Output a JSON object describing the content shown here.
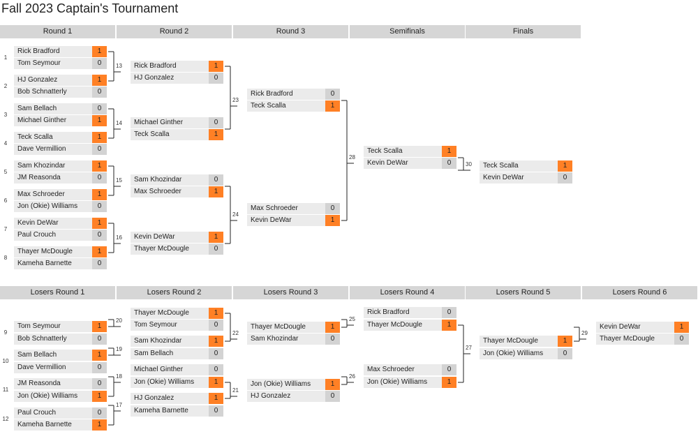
{
  "title": "Fall 2023 Captain's Tournament",
  "colors": {
    "win": "#ff8025",
    "loss": "#d3d3d3",
    "team_bg": "#ebebeb",
    "header_bg": "#d6d6d6"
  },
  "winners_headers": [
    "Round 1",
    "Round 2",
    "Round 3",
    "Semifinals",
    "Finals"
  ],
  "losers_headers": [
    "Losers Round 1",
    "Losers Round 2",
    "Losers Round 3",
    "Losers Round 4",
    "Losers Round 5",
    "Losers Round 6"
  ],
  "winners_bracket": [
    {
      "round": 1,
      "matches": [
        {
          "seed": "1",
          "team": "Rick Bradford",
          "score": "1",
          "win": true
        },
        {
          "seed": "",
          "team": "Tom Seymour",
          "score": "0",
          "win": false
        },
        {
          "seed": "2",
          "team": "HJ Gonzalez",
          "score": "1",
          "win": true
        },
        {
          "seed": "",
          "team": "Bob Schnatterly",
          "score": "0",
          "win": false
        },
        {
          "seed": "3",
          "team": "Sam Bellach",
          "score": "0",
          "win": false
        },
        {
          "seed": "",
          "team": "Michael Ginther",
          "score": "1",
          "win": true
        },
        {
          "seed": "4",
          "team": "Teck Scalla",
          "score": "1",
          "win": true
        },
        {
          "seed": "",
          "team": "Dave Vermillion",
          "score": "0",
          "win": false
        },
        {
          "seed": "5",
          "team": "Sam Khozindar",
          "score": "1",
          "win": true
        },
        {
          "seed": "",
          "team": "JM Reasonda",
          "score": "0",
          "win": false
        },
        {
          "seed": "6",
          "team": "Max Schroeder",
          "score": "1",
          "win": true
        },
        {
          "seed": "",
          "team": "Jon (Okie) Williams",
          "score": "0",
          "win": false
        },
        {
          "seed": "7",
          "team": "Kevin DeWar",
          "score": "1",
          "win": true
        },
        {
          "seed": "",
          "team": "Paul Crouch",
          "score": "0",
          "win": false
        },
        {
          "seed": "8",
          "team": "Thayer McDougle",
          "score": "1",
          "win": true
        },
        {
          "seed": "",
          "team": "Kameha Barnette",
          "score": "0",
          "win": false
        }
      ]
    },
    {
      "round": 2,
      "matches": [
        {
          "team": "Rick Bradford",
          "score": "1",
          "win": true
        },
        {
          "team": "HJ Gonzalez",
          "score": "0",
          "win": false
        },
        {
          "team": "Michael Ginther",
          "score": "0",
          "win": false
        },
        {
          "team": "Teck Scalla",
          "score": "1",
          "win": true
        },
        {
          "team": "Sam Khozindar",
          "score": "0",
          "win": false
        },
        {
          "team": "Max Schroeder",
          "score": "1",
          "win": true
        },
        {
          "team": "Kevin DeWar",
          "score": "1",
          "win": true
        },
        {
          "team": "Thayer McDougle",
          "score": "0",
          "win": false
        }
      ]
    },
    {
      "round": 3,
      "matches": [
        {
          "team": "Rick Bradford",
          "score": "0",
          "win": false
        },
        {
          "team": "Teck Scalla",
          "score": "1",
          "win": true
        },
        {
          "team": "Max Schroeder",
          "score": "0",
          "win": false
        },
        {
          "team": "Kevin DeWar",
          "score": "1",
          "win": true
        }
      ]
    },
    {
      "round": 4,
      "matches": [
        {
          "team": "Teck Scalla",
          "score": "1",
          "win": true
        },
        {
          "team": "Kevin DeWar",
          "score": "0",
          "win": false
        }
      ]
    },
    {
      "round": 5,
      "matches": [
        {
          "team": "Teck Scalla",
          "score": "1",
          "win": true
        },
        {
          "team": "Kevin DeWar",
          "score": "0",
          "win": false
        }
      ]
    }
  ],
  "winners_match_numbers": [
    "13",
    "14",
    "15",
    "16",
    "23",
    "24",
    "28",
    "30"
  ],
  "losers_bracket": [
    {
      "round": 1,
      "matches": [
        {
          "seed": "9",
          "team": "Tom Seymour",
          "score": "1",
          "win": true
        },
        {
          "seed": "",
          "team": "Bob Schnatterly",
          "score": "0",
          "win": false
        },
        {
          "seed": "10",
          "team": "Sam Bellach",
          "score": "1",
          "win": true
        },
        {
          "seed": "",
          "team": "Dave Vermillion",
          "score": "0",
          "win": false
        },
        {
          "seed": "11",
          "team": "JM Reasonda",
          "score": "0",
          "win": false
        },
        {
          "seed": "",
          "team": "Jon (Okie) Williams",
          "score": "1",
          "win": true
        },
        {
          "seed": "12",
          "team": "Paul Crouch",
          "score": "0",
          "win": false
        },
        {
          "seed": "",
          "team": "Kameha Barnette",
          "score": "1",
          "win": true
        }
      ]
    },
    {
      "round": 2,
      "matches": [
        {
          "team": "Thayer McDougle",
          "score": "1",
          "win": true
        },
        {
          "team": "Tom Seymour",
          "score": "0",
          "win": false
        },
        {
          "team": "Sam Khozindar",
          "score": "1",
          "win": true
        },
        {
          "team": "Sam Bellach",
          "score": "0",
          "win": false
        },
        {
          "team": "Michael Ginther",
          "score": "0",
          "win": false
        },
        {
          "team": "Jon (Okie) Williams",
          "score": "1",
          "win": true
        },
        {
          "team": "HJ Gonzalez",
          "score": "1",
          "win": true
        },
        {
          "team": "Kameha Barnette",
          "score": "0",
          "win": false
        }
      ]
    },
    {
      "round": 3,
      "matches": [
        {
          "team": "Thayer McDougle",
          "score": "1",
          "win": true
        },
        {
          "team": "Sam Khozindar",
          "score": "0",
          "win": false
        },
        {
          "team": "Jon (Okie) Williams",
          "score": "1",
          "win": true
        },
        {
          "team": "HJ Gonzalez",
          "score": "0",
          "win": false
        }
      ]
    },
    {
      "round": 4,
      "matches": [
        {
          "team": "Rick Bradford",
          "score": "0",
          "win": false
        },
        {
          "team": "Thayer McDougle",
          "score": "1",
          "win": true
        },
        {
          "team": "Max Schroeder",
          "score": "0",
          "win": false
        },
        {
          "team": "Jon (Okie) Williams",
          "score": "1",
          "win": true
        }
      ]
    },
    {
      "round": 5,
      "matches": [
        {
          "team": "Thayer McDougle",
          "score": "1",
          "win": true
        },
        {
          "team": "Jon (Okie) Williams",
          "score": "0",
          "win": false
        }
      ]
    },
    {
      "round": 6,
      "matches": [
        {
          "team": "Kevin DeWar",
          "score": "1",
          "win": true
        },
        {
          "team": "Thayer McDougle",
          "score": "0",
          "win": false
        }
      ]
    }
  ],
  "losers_match_numbers": [
    "20",
    "19",
    "18",
    "17",
    "22",
    "21",
    "25",
    "26",
    "27",
    "29"
  ]
}
